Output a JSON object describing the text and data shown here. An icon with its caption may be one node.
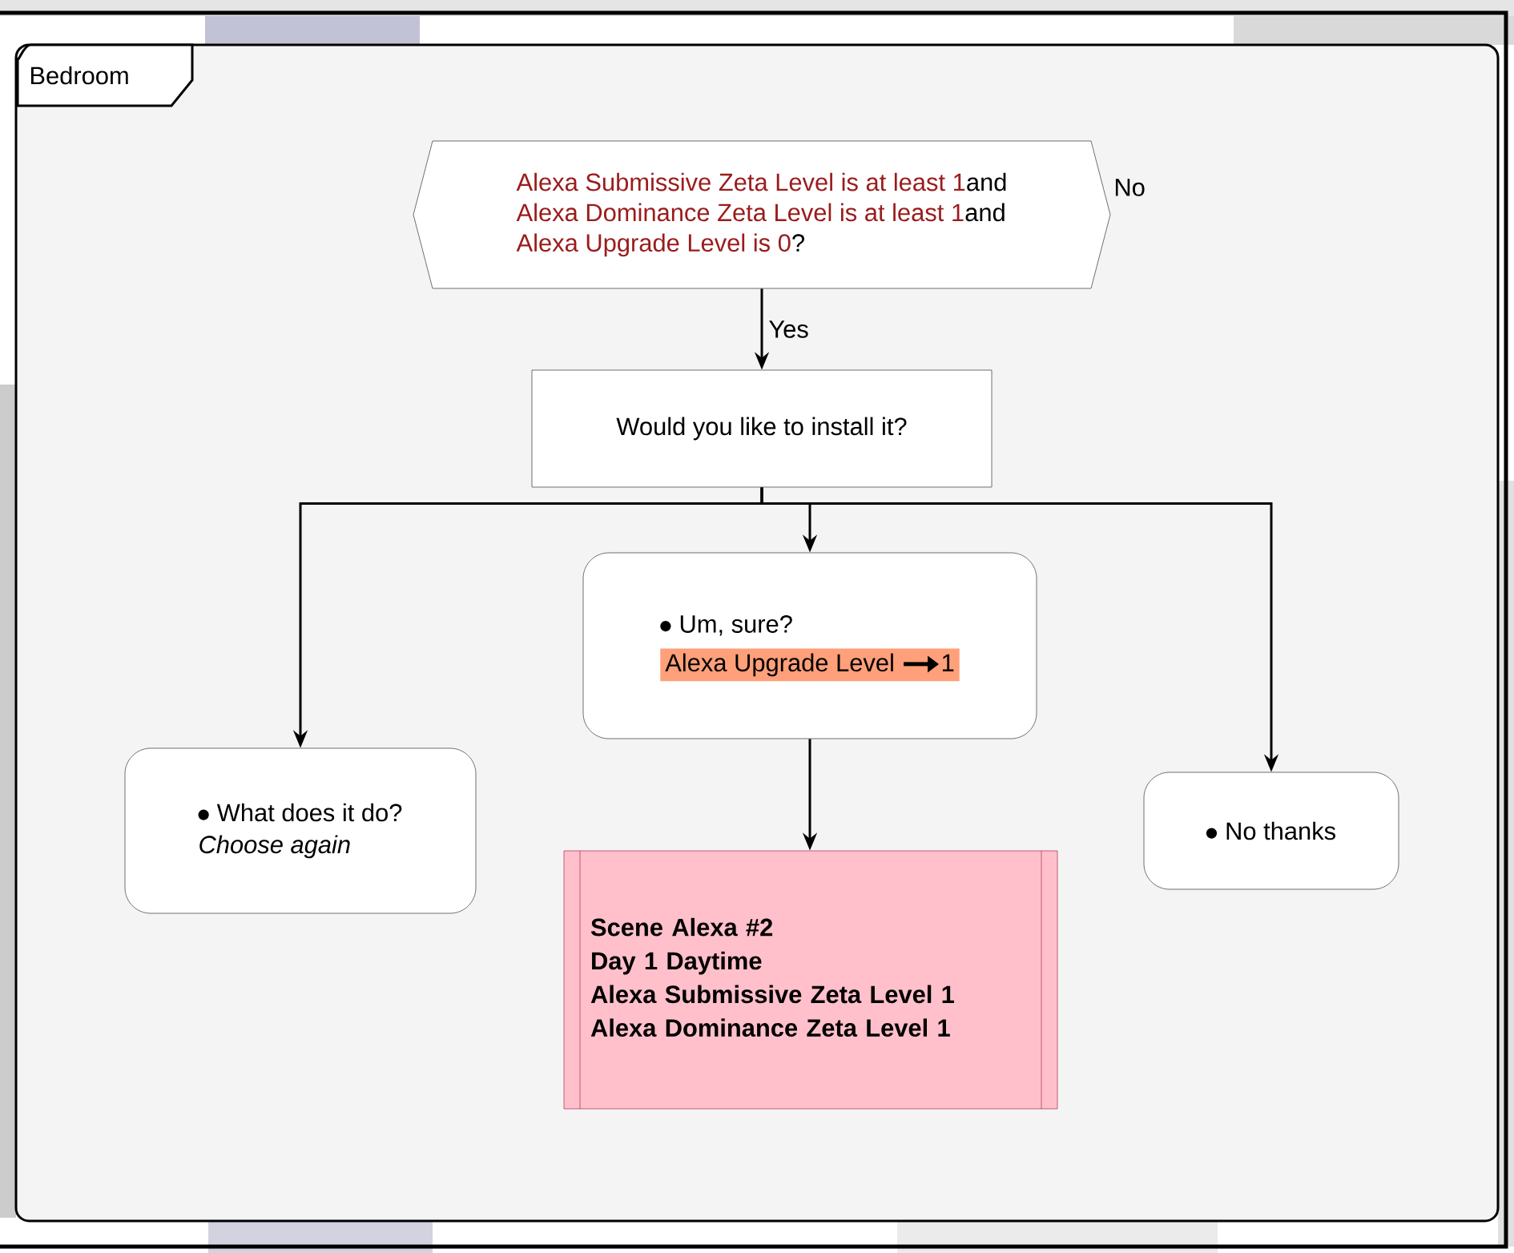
{
  "diagram": {
    "nodes": [
      {
        "text": [
          "Bedroom"
        ]
      },
      {
        "text": [
          "Alexa Submissive Zeta Level is at least 1",
          "and",
          "Alexa Dominance Zeta Level is at least 1",
          "and",
          "Alexa Upgrade Level is 0",
          "?"
        ],
        "in": 0,
        "beside": [
          "No"
        ]
      },
      {
        "text": [
          "Would you like to install it?"
        ],
        "in": 0
      },
      {
        "text": [
          "Um, sure?",
          "Alexa Upgrade Level",
          "1"
        ],
        "in": 0
      },
      {
        "text": [
          "What does it do?",
          "Choose again"
        ],
        "in": 0
      },
      {
        "text": [
          "No thanks"
        ],
        "in": 0
      },
      {
        "text": [
          "Scene Alexa #2",
          "Day 1 Daytime",
          "Alexa Submissive Zeta Level 1",
          "Alexa Dominance Zeta Level 1"
        ],
        "in": 0
      }
    ],
    "edges": [
      {
        "from": 1,
        "to": 2,
        "arrow": "to",
        "label": "Yes"
      },
      {
        "from": 2,
        "to": 4,
        "arrow": "to"
      },
      {
        "from": 2,
        "to": 3,
        "arrow": "to"
      },
      {
        "from": 2,
        "to": 5,
        "arrow": "to"
      },
      {
        "from": 3,
        "to": 6,
        "arrow": "to"
      }
    ]
  }
}
